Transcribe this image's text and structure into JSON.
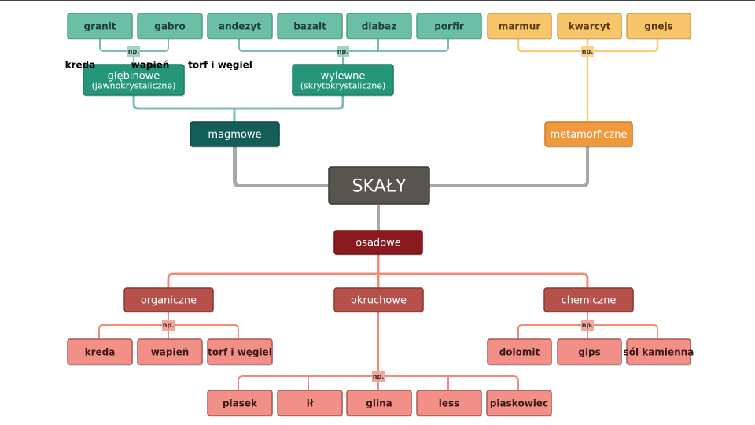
{
  "title": "SKAŁY",
  "example_tag": "np.",
  "colors": {
    "root": "#58544f",
    "connector_root": "#a8a8a8",
    "igneous_main": "#135f57",
    "igneous_sub": "#26967a",
    "igneous_leaf": "#6bbfa5",
    "igneous_line": "#7cbcb6",
    "metamorphic_main": "#ef983c",
    "metamorphic_leaf": "#f8c56a",
    "metamorphic_line": "#f7cd80",
    "sedimentary_main": "#8b1a1f",
    "sedimentary_sub": "#b5514a",
    "sedimentary_leaf": "#f28f86",
    "sedimentary_line": "#ee8c7d"
  },
  "nodes": {
    "root": {
      "label": "SKAŁY"
    },
    "magmowe": {
      "label": "magmowe"
    },
    "glebinowe": {
      "label": "głębinowe",
      "sublabel": "(jawnokrystaliczne)"
    },
    "wylewne": {
      "label": "wylewne",
      "sublabel": "(skrytokrystaliczne)"
    },
    "metamorficzne": {
      "label": "metamorficzne"
    },
    "osadowe": {
      "label": "osadowe"
    },
    "organiczne": {
      "label": "organiczne"
    },
    "okruchowe": {
      "label": "okruchowe"
    },
    "chemiczne": {
      "label": "chemiczne"
    }
  },
  "examples": {
    "glebinowe": [
      "granit",
      "gabro"
    ],
    "wylewne": [
      "andezyt",
      "bazalt",
      "diabaz",
      "porfir"
    ],
    "metamorficzne": [
      "marmur",
      "kwarcyt",
      "gnejs"
    ],
    "organiczne": [
      "kreda",
      "wapień",
      "torf i węgiel"
    ],
    "chemiczne": [
      "dolomit",
      "gips",
      "sól kamienna"
    ],
    "okruchowe": [
      "piasek",
      "ił",
      "glina",
      "less",
      "piaskowiec"
    ]
  }
}
